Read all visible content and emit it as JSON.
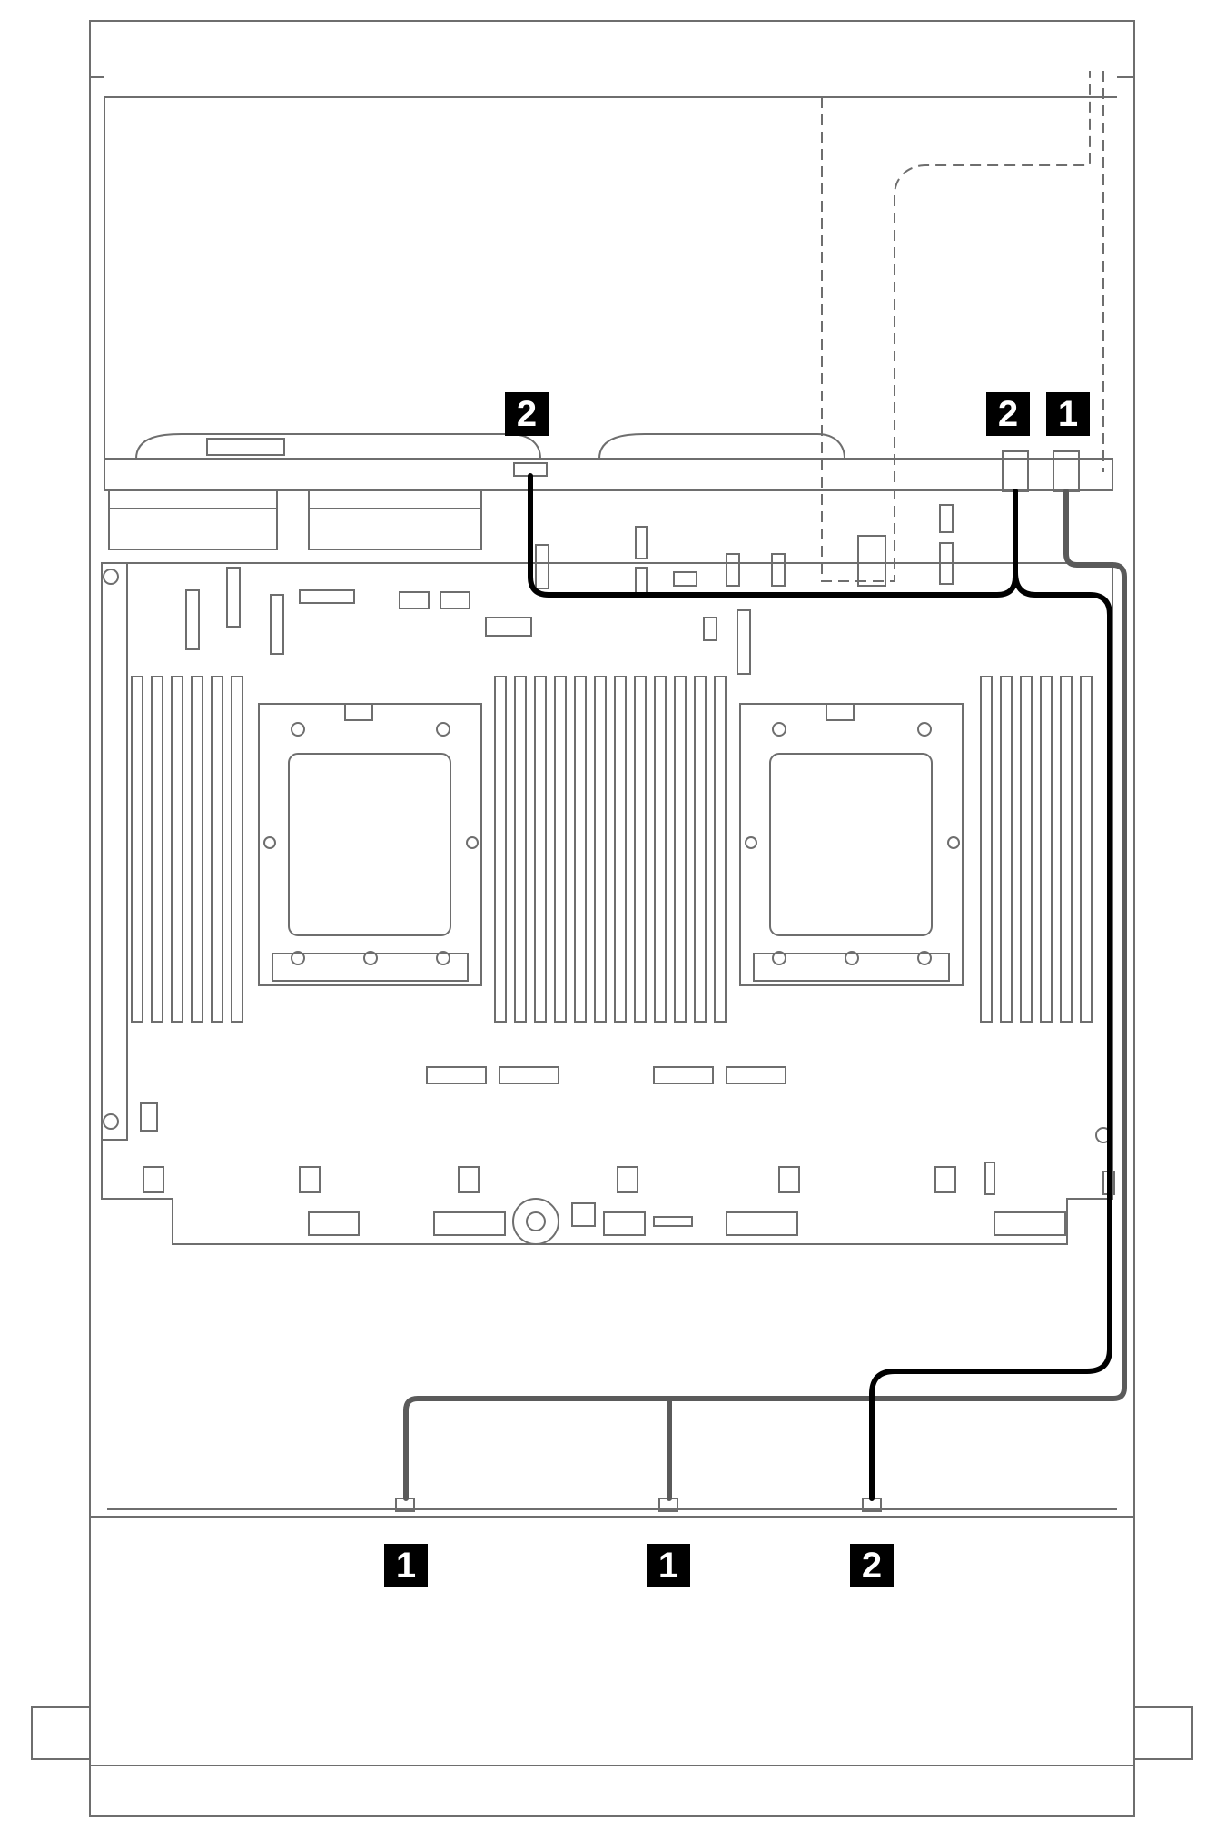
{
  "diagram": {
    "type": "cable-routing",
    "colors": {
      "outline": "#6e6e6e",
      "light_line": "#9a9a9a",
      "cable_1": "#5a5a5a",
      "cable_2": "#000000",
      "callout_bg": "#000000",
      "callout_text": "#ffffff"
    },
    "callouts": [
      {
        "id": "riser-2",
        "label": "2"
      },
      {
        "id": "board-2",
        "label": "2"
      },
      {
        "id": "board-1",
        "label": "1"
      },
      {
        "id": "backplane-1a",
        "label": "1"
      },
      {
        "id": "backplane-1b",
        "label": "1"
      },
      {
        "id": "backplane-2",
        "label": "2"
      }
    ]
  }
}
